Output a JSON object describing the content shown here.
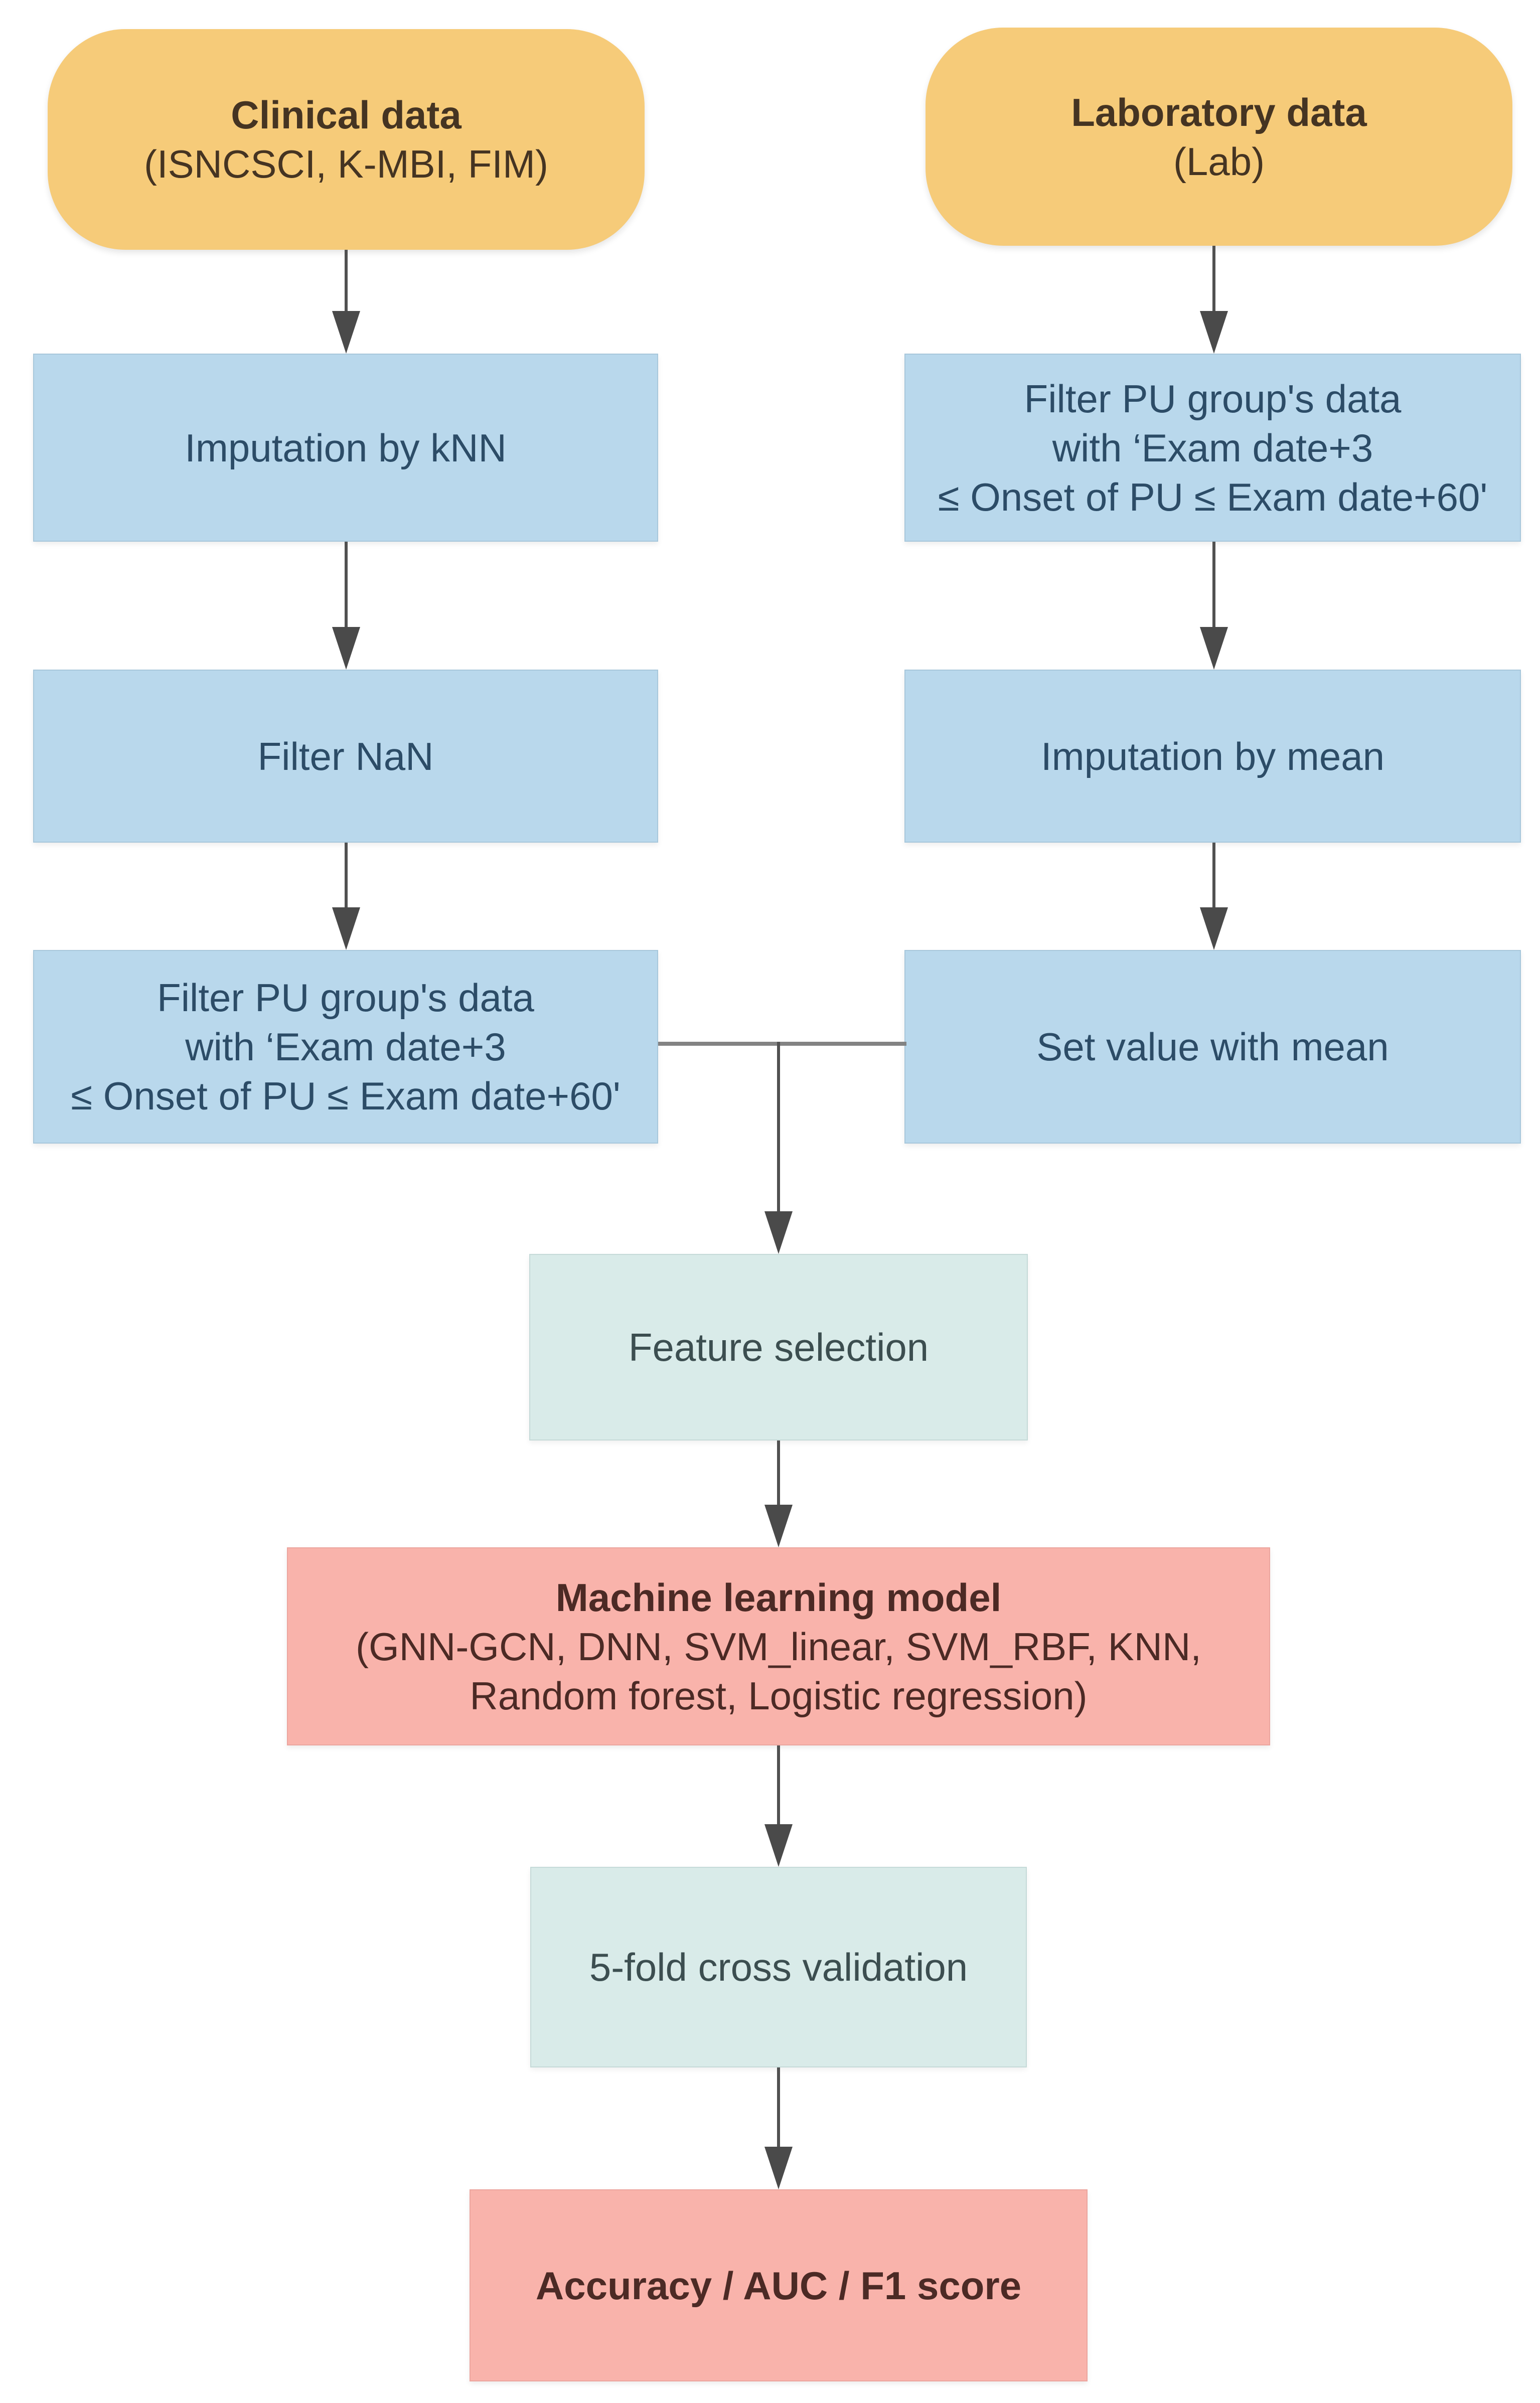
{
  "figure": {
    "type": "flowchart",
    "background": "#ffffff",
    "palette": {
      "source_fill": "#f6cb79",
      "process_fill": "#b9d8ec",
      "stage_fill": "#d9ebe9",
      "result_fill": "#f9b3ab",
      "source_text": "#453422",
      "process_text": "#2c4c67",
      "stage_text": "#3c4e50",
      "result_text": "#4c2a25",
      "arrow": "#4a4a4a",
      "connector": "#838383"
    },
    "nodes": {
      "clinical": {
        "title": "Clinical data",
        "subtitle": "(ISNCSCI, K-MBI, FIM)"
      },
      "lab": {
        "title": "Laboratory data",
        "subtitle": "(Lab)"
      },
      "imputation_knn": {
        "label": "Imputation by kNN"
      },
      "filter_pu_lab": {
        "lines": [
          "Filter PU group's data",
          "with ‘Exam date+3",
          "≤ Onset of PU ≤ Exam date+60'"
        ]
      },
      "filter_nan": {
        "label": "Filter NaN"
      },
      "imputation_mean": {
        "label": "Imputation by mean"
      },
      "filter_pu_clinical": {
        "lines": [
          "Filter PU group's data",
          "with ‘Exam date+3",
          "≤ Onset of PU ≤ Exam date+60'"
        ]
      },
      "set_value_mean": {
        "label": "Set value with mean"
      },
      "feature_selection": {
        "label": "Feature selection"
      },
      "ml_model": {
        "title": "Machine learning model",
        "lines": [
          "(GNN-GCN, DNN, SVM_linear, SVM_RBF, KNN,",
          "Random forest, Logistic regression)"
        ]
      },
      "cross_validation": {
        "label": "5-fold cross validation"
      },
      "metrics": {
        "label": "Accuracy / AUC / F1 score"
      }
    }
  }
}
